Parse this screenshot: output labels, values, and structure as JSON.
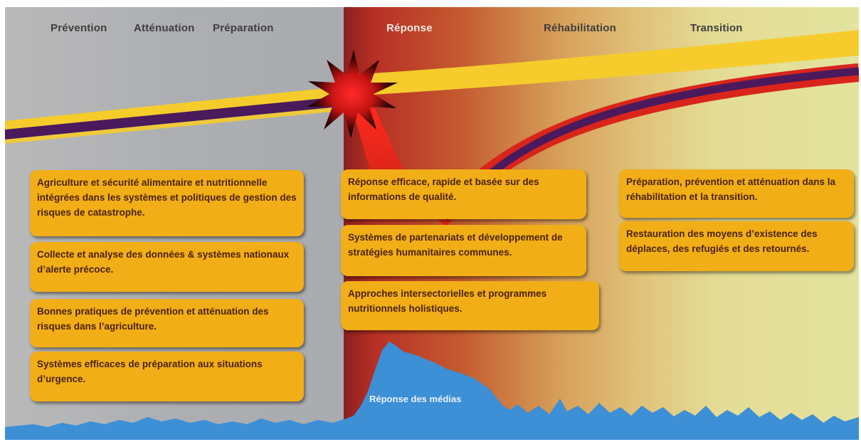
{
  "phases": {
    "prevention": "Prévention",
    "attenuation": "Atténuation",
    "preparation": "Préparation",
    "reponse": "Réponse",
    "rehabilitation": "Réhabilitation",
    "transition": "Transition"
  },
  "cards": {
    "left": [
      "Agriculture et sécurité alimentaire et nutritionnelle intégrées dans les systèmes et politiques de gestion des risques de catastrophe.",
      "Collecte et analyse des données & systèmes nationaux d’alerte précoce.",
      "Bonnes pratiques de prévention et atténuation des risques dans l’agriculture.",
      "Systèmes efficaces de préparation aux situations d’urgence."
    ],
    "middle": [
      "Réponse  efficace, rapide et basée  sur des informations de qualité.",
      "Systèmes de partenariats et développement de stratégies humanitaires communes.",
      "Approches intersectorielles et programmes nutritionnels holistiques."
    ],
    "right": [
      "Préparation, prévention et atténuation dans la réhabilitation et la transition.",
      "Restauration des moyens d’existence des déplaces, des refugiés et des retournés."
    ]
  },
  "media_label": "Réponse des médias",
  "colors": {
    "card_fill": "#f2ae16",
    "card_text": "#4b2206",
    "yellow_band": "#f5cc2c",
    "purple_band": "#4a1a5c",
    "red_band": "#d9241c",
    "media_blue": "#3d8fd6"
  }
}
